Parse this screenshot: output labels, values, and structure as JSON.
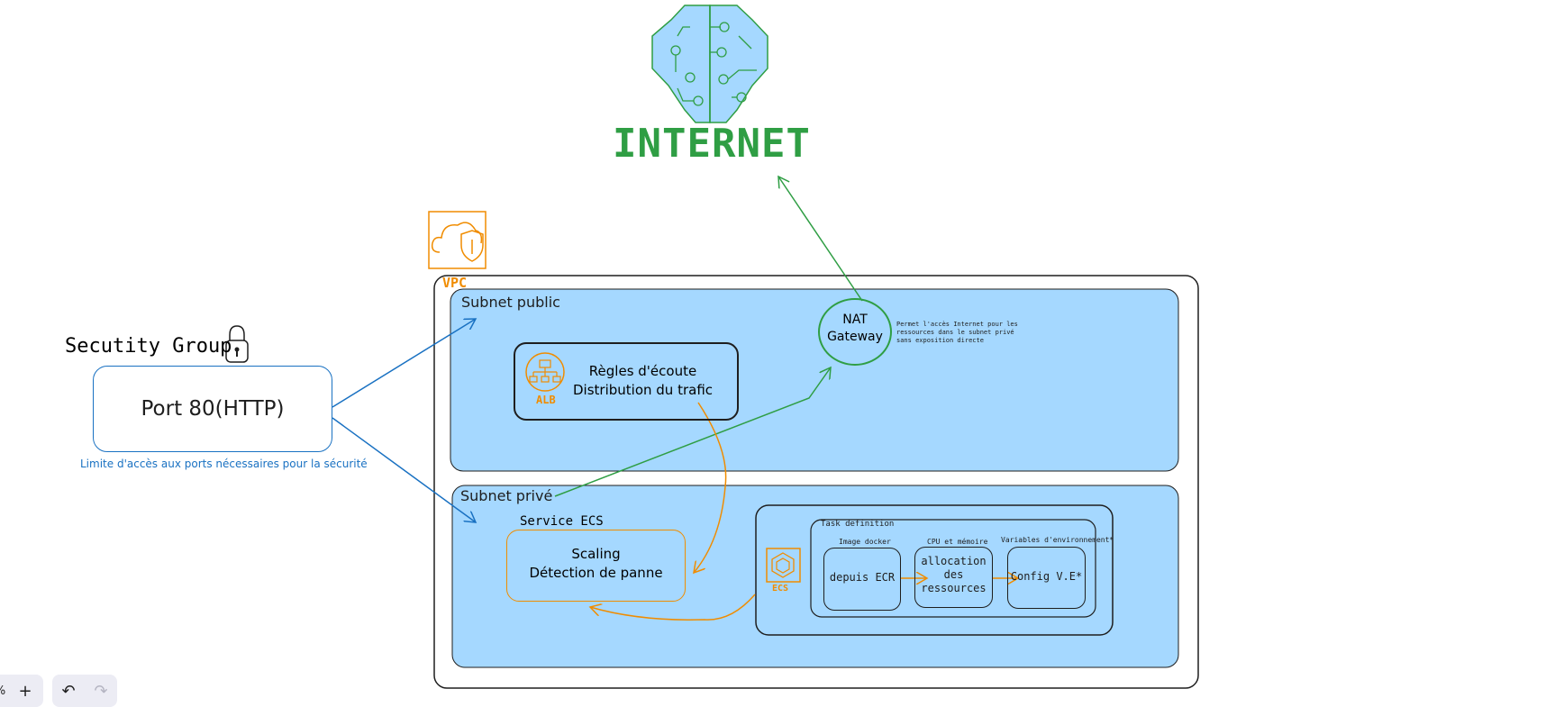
{
  "internet": {
    "title": "INTERNET"
  },
  "vpc": {
    "label": "VPC"
  },
  "security_group": {
    "title": "Secutity Group",
    "port_label": "Port 80(HTTP)",
    "note": "Limite d'accès aux ports nécessaires pour la sécurité"
  },
  "subnet_public": {
    "title": "Subnet public",
    "alb": {
      "icon_label": "ALB",
      "line1": "Règles d'écoute",
      "line2": "Distribution du trafic"
    },
    "nat": {
      "line1": "NAT",
      "line2": "Gateway",
      "note": "Permet l'accès Internet pour les ressources dans le subnet privé sans exposition directe"
    }
  },
  "subnet_private": {
    "title": "Subnet privé",
    "service": {
      "title": "Service ECS",
      "line1": "Scaling",
      "line2": "Détection de panne"
    },
    "ecs": {
      "icon_label": "ECS"
    },
    "task": {
      "title": "Task definition",
      "image": {
        "caption": "Image docker",
        "text": "depuis  ECR"
      },
      "cpu": {
        "caption": "CPU et mémoire",
        "line1": "allocation",
        "line2": "des",
        "line3": "ressources"
      },
      "env": {
        "caption": "Variables d'environnement*",
        "text": "Config V.E*"
      }
    }
  },
  "toolbar": {
    "zoom_text": "%",
    "zoom_in": "+",
    "undo": "↶",
    "redo": "↷"
  },
  "colors": {
    "green": "#2f9e44",
    "blue": "#1971c2",
    "orange": "#f08c00",
    "subnet_fill": "#a5d8ff",
    "brain_fill": "#a5d8ff"
  }
}
